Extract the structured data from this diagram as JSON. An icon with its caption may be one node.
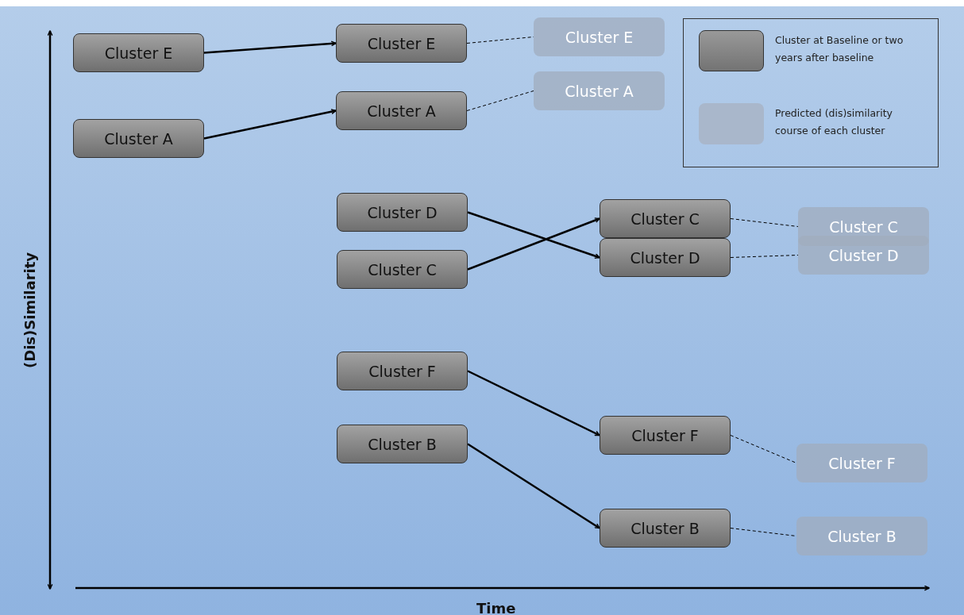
{
  "diagram": {
    "nodes": [
      {
        "text": [
          "Cluster E"
        ]
      },
      {
        "text": [
          "Cluster A"
        ]
      },
      {
        "text": [
          "Cluster E"
        ]
      },
      {
        "text": [
          "Cluster A"
        ]
      },
      {
        "text": [
          "Cluster E"
        ]
      },
      {
        "text": [
          "Cluster A"
        ]
      },
      {
        "text": [
          "Cluster D"
        ]
      },
      {
        "text": [
          "Cluster C"
        ]
      },
      {
        "text": [
          "Cluster C"
        ]
      },
      {
        "text": [
          "Cluster D"
        ]
      },
      {
        "text": [
          "Cluster C"
        ]
      },
      {
        "text": [
          "Cluster D"
        ]
      },
      {
        "text": [
          "Cluster F"
        ]
      },
      {
        "text": [
          "Cluster B"
        ]
      },
      {
        "text": [
          "Cluster F"
        ]
      },
      {
        "text": [
          "Cluster B"
        ]
      },
      {
        "text": [
          "Cluster F"
        ]
      },
      {
        "text": [
          "Cluster B"
        ]
      }
    ],
    "edges": [
      {
        "from": 0,
        "to": 2,
        "arrow": "to"
      },
      {
        "from": 1,
        "to": 3,
        "arrow": "to"
      },
      {
        "from": 2,
        "to": 4,
        "arrow": "none",
        "style": "dashed"
      },
      {
        "from": 3,
        "to": 5,
        "arrow": "none",
        "style": "dashed"
      },
      {
        "from": 6,
        "to": 9,
        "arrow": "to"
      },
      {
        "from": 7,
        "to": 8,
        "arrow": "to"
      },
      {
        "from": 8,
        "to": 10,
        "arrow": "none",
        "style": "dashed"
      },
      {
        "from": 9,
        "to": 11,
        "arrow": "none",
        "style": "dashed"
      },
      {
        "from": 12,
        "to": 14,
        "arrow": "to"
      },
      {
        "from": 13,
        "to": 15,
        "arrow": "to"
      },
      {
        "from": 14,
        "to": 16,
        "arrow": "none",
        "style": "dashed"
      },
      {
        "from": 15,
        "to": 17,
        "arrow": "none",
        "style": "dashed"
      }
    ],
    "labels": [
      "(Dis)Similarity",
      "Time"
    ],
    "legend": [
      {
        "text": "Cluster at Baseline or two years after baseline",
        "color": "#858585"
      },
      {
        "text": "Predicted (dis)similarity course of each cluster",
        "color": "#a9b7cb"
      }
    ]
  }
}
